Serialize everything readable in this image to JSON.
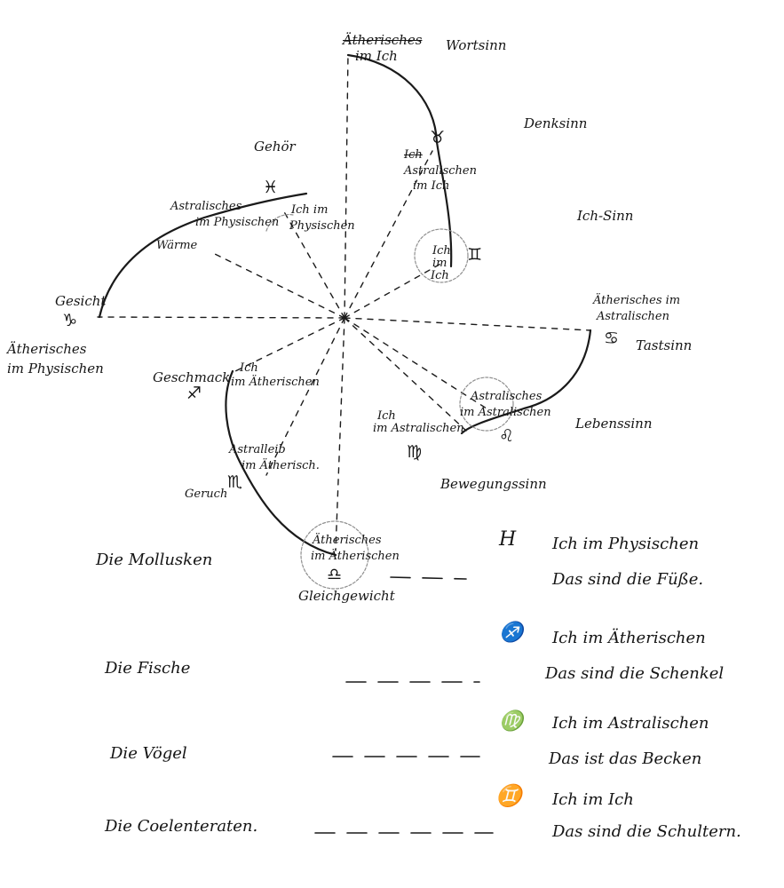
{
  "top_label": {
    "struck": "Ätherisches",
    "line2": "im Ich"
  },
  "senses": {
    "wortsinn": "Wortsinn",
    "denksinn": "Denksinn",
    "ich_sinn": "Ich-Sinn",
    "tastsinn": "Tastsinn",
    "lebenssinn": "Lebenssinn",
    "bewegungssinn": "Bewegungssinn",
    "gleichgewicht": "Gleichgewicht",
    "geruch": "Geruch",
    "geschmack": "Geschmack",
    "gesicht": "Gesicht",
    "waerme": "Wärme",
    "gehoer": "Gehör"
  },
  "spiral_labels": {
    "astralisches_im_ich": {
      "struck": "Ich",
      "line1": "Astralischen",
      "line2": "im Ich"
    },
    "ich_im_ich": {
      "line1": "Ich",
      "line2": "im",
      "line3": "Ich"
    },
    "aetherisches_im_astralischen": {
      "line1": "Ätherisches im",
      "line2": "Astralischen"
    },
    "astralisches_im_astralischen": {
      "line1": "Astralisches",
      "line2": "im Astralischen"
    },
    "ich_im_astralischen": {
      "line1": "Ich",
      "line2": "im Astralischen"
    },
    "aetherisches_im_aetherischen": {
      "line1": "Ätherisches",
      "line2": "im Ätherischen"
    },
    "astralleib_im_aetherischen": {
      "line1": "Astralleib",
      "line2": "im Ätherisch."
    },
    "ich_im_aetherischen": {
      "line1": "Ich",
      "line2": "im Ätherischen"
    },
    "aetherisches_im_physischen": {
      "line1": "Ätherisches",
      "line2": "im Physischen"
    },
    "astralisches_im_physischen": {
      "line1": "Astralisches",
      "line2": "im Physischen"
    },
    "ich_im_physischen": {
      "line1": "Ich im",
      "line2": "Physischen"
    }
  },
  "zodiac_signs": {
    "gemini": "♊",
    "cancer": "♋",
    "leo": "♌",
    "virgo": "♍",
    "libra": "♎",
    "scorpio": "♏",
    "sagittarius": "♐",
    "capricorn": "♑",
    "pisces": "♓",
    "taurus": "♉"
  },
  "left_column": [
    "Die Mollusken",
    "Die Fische",
    "Die Vögel",
    "Die Coelenteraten."
  ],
  "legend": [
    {
      "sign": "H",
      "line1": "Ich im Physischen",
      "line2": "Das sind die Füße."
    },
    {
      "sign": "♐",
      "line1": "Ich im Ätherischen",
      "line2": "Das sind die Schenkel"
    },
    {
      "sign": "♍",
      "line1": "Ich im Astralischen",
      "line2": "Das ist das Becken"
    },
    {
      "sign": "♊",
      "line1": "Ich im Ich",
      "line2": "Das sind die Schultern."
    }
  ]
}
